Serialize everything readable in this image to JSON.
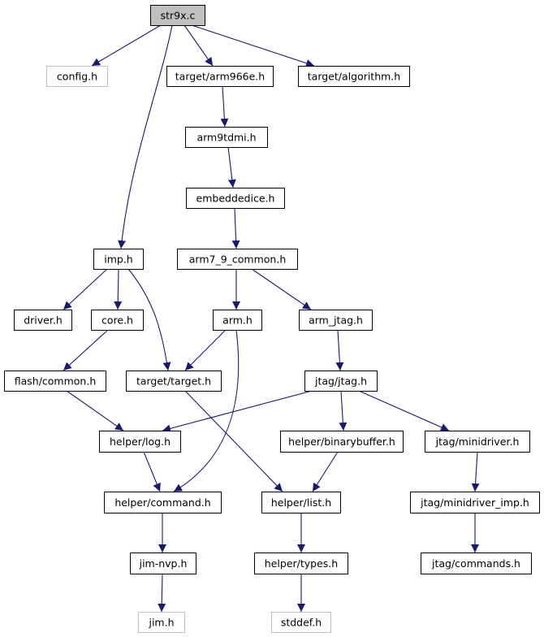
{
  "graph": {
    "title": "str9x.c",
    "colors": {
      "edge": "#191970",
      "root_fill": "#bfbfbf",
      "node_border": "#000000",
      "external_border": "#bfbfbf",
      "external_text": "#4d4d4d"
    },
    "nodes": [
      {
        "id": "str9x",
        "label": "str9x.c",
        "kind": "root"
      },
      {
        "id": "config",
        "label": "config.h",
        "kind": "external"
      },
      {
        "id": "arm966e",
        "label": "target/arm966e.h",
        "kind": "normal"
      },
      {
        "id": "algorithm",
        "label": "target/algorithm.h",
        "kind": "normal"
      },
      {
        "id": "arm9tdmi",
        "label": "arm9tdmi.h",
        "kind": "normal"
      },
      {
        "id": "embeddedice",
        "label": "embeddedice.h",
        "kind": "normal"
      },
      {
        "id": "imp",
        "label": "imp.h",
        "kind": "normal"
      },
      {
        "id": "arm7_9",
        "label": "arm7_9_common.h",
        "kind": "normal"
      },
      {
        "id": "driver",
        "label": "driver.h",
        "kind": "normal"
      },
      {
        "id": "core",
        "label": "core.h",
        "kind": "normal"
      },
      {
        "id": "arm",
        "label": "arm.h",
        "kind": "normal"
      },
      {
        "id": "arm_jtag",
        "label": "arm_jtag.h",
        "kind": "normal"
      },
      {
        "id": "flash_common",
        "label": "flash/common.h",
        "kind": "normal"
      },
      {
        "id": "target_target",
        "label": "target/target.h",
        "kind": "normal"
      },
      {
        "id": "jtag_jtag",
        "label": "jtag/jtag.h",
        "kind": "normal"
      },
      {
        "id": "log",
        "label": "helper/log.h",
        "kind": "normal"
      },
      {
        "id": "binarybuffer",
        "label": "helper/binarybuffer.h",
        "kind": "normal"
      },
      {
        "id": "minidriver",
        "label": "jtag/minidriver.h",
        "kind": "normal"
      },
      {
        "id": "command",
        "label": "helper/command.h",
        "kind": "normal"
      },
      {
        "id": "list",
        "label": "helper/list.h",
        "kind": "normal"
      },
      {
        "id": "minidriver_imp",
        "label": "jtag/minidriver_imp.h",
        "kind": "normal"
      },
      {
        "id": "jim_nvp",
        "label": "jim-nvp.h",
        "kind": "normal"
      },
      {
        "id": "types",
        "label": "helper/types.h",
        "kind": "normal"
      },
      {
        "id": "commands",
        "label": "jtag/commands.h",
        "kind": "normal"
      },
      {
        "id": "jim",
        "label": "jim.h",
        "kind": "external"
      },
      {
        "id": "stddef",
        "label": "stddef.h",
        "kind": "external"
      }
    ],
    "edges": [
      [
        "str9x",
        "config"
      ],
      [
        "str9x",
        "arm966e"
      ],
      [
        "str9x",
        "algorithm"
      ],
      [
        "str9x",
        "imp"
      ],
      [
        "arm966e",
        "arm9tdmi"
      ],
      [
        "arm9tdmi",
        "embeddedice"
      ],
      [
        "embeddedice",
        "arm7_9"
      ],
      [
        "arm7_9",
        "arm"
      ],
      [
        "arm7_9",
        "arm_jtag"
      ],
      [
        "imp",
        "driver"
      ],
      [
        "imp",
        "core"
      ],
      [
        "imp",
        "target_target"
      ],
      [
        "core",
        "flash_common"
      ],
      [
        "arm",
        "target_target"
      ],
      [
        "arm",
        "command"
      ],
      [
        "arm_jtag",
        "jtag_jtag"
      ],
      [
        "flash_common",
        "log"
      ],
      [
        "target_target",
        "list"
      ],
      [
        "jtag_jtag",
        "log"
      ],
      [
        "jtag_jtag",
        "binarybuffer"
      ],
      [
        "jtag_jtag",
        "minidriver"
      ],
      [
        "log",
        "command"
      ],
      [
        "binarybuffer",
        "list"
      ],
      [
        "minidriver",
        "minidriver_imp"
      ],
      [
        "command",
        "jim_nvp"
      ],
      [
        "list",
        "types"
      ],
      [
        "minidriver_imp",
        "commands"
      ],
      [
        "jim_nvp",
        "jim"
      ],
      [
        "types",
        "stddef"
      ]
    ]
  }
}
